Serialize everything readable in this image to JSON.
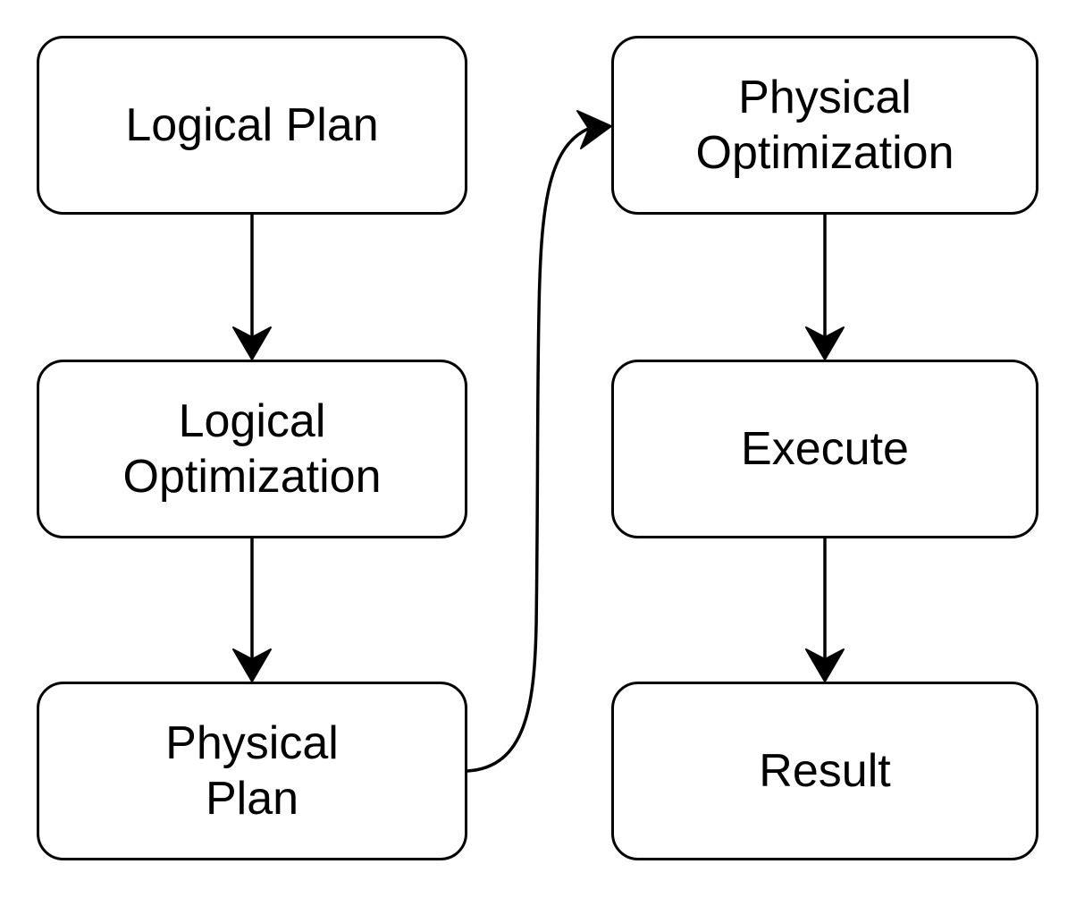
{
  "diagram": {
    "type": "flowchart",
    "colors": {
      "stroke": "#000000",
      "node_fill": "#ffffff",
      "background": "#ffffff",
      "text": "#000000"
    },
    "nodes": [
      {
        "id": "logical-plan",
        "label": "Logical Plan",
        "lines": [
          "Logical Plan"
        ],
        "column": "left",
        "row": 1
      },
      {
        "id": "logical-optimization",
        "label": "Logical Optimization",
        "lines": [
          "Logical",
          "Optimization"
        ],
        "column": "left",
        "row": 2
      },
      {
        "id": "physical-plan",
        "label": "Physical Plan",
        "lines": [
          "Physical",
          "Plan"
        ],
        "column": "left",
        "row": 3
      },
      {
        "id": "physical-optimization",
        "label": "Physical Optimization",
        "lines": [
          "Physical",
          "Optimization"
        ],
        "column": "right",
        "row": 1
      },
      {
        "id": "execute",
        "label": "Execute",
        "lines": [
          "Execute"
        ],
        "column": "right",
        "row": 2
      },
      {
        "id": "result",
        "label": "Result",
        "lines": [
          "Result"
        ],
        "column": "right",
        "row": 3
      }
    ],
    "edges": [
      {
        "from": "logical-plan",
        "to": "logical-optimization",
        "shape": "straight-down"
      },
      {
        "from": "logical-optimization",
        "to": "physical-plan",
        "shape": "straight-down"
      },
      {
        "from": "physical-plan",
        "to": "physical-optimization",
        "shape": "s-curve-up-right"
      },
      {
        "from": "physical-optimization",
        "to": "execute",
        "shape": "straight-down"
      },
      {
        "from": "execute",
        "to": "result",
        "shape": "straight-down"
      }
    ]
  }
}
